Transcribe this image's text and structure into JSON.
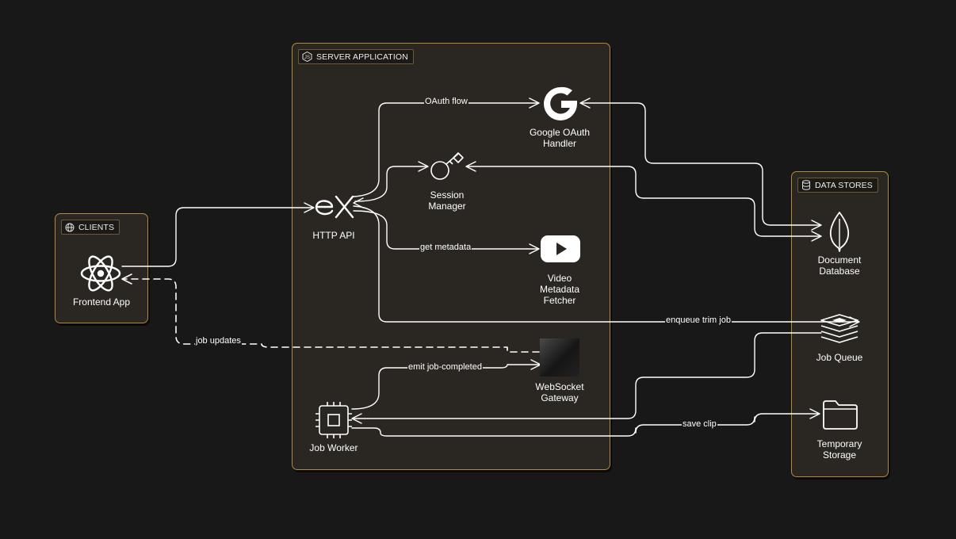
{
  "groups": {
    "clients": {
      "label": "CLIENTS",
      "icon": "globe-icon"
    },
    "server": {
      "label": "SERVER APPLICATION",
      "icon": "nodejs-icon"
    },
    "stores": {
      "label": "DATA STORES",
      "icon": "database-icon"
    }
  },
  "nodes": {
    "frontend": {
      "label": "Frontend App",
      "icon": "react-icon"
    },
    "http_api": {
      "label": "HTTP API",
      "icon": "express-icon"
    },
    "oauth": {
      "label": "Google OAuth\nHandler",
      "icon": "google-icon"
    },
    "session": {
      "label": "Session\nManager",
      "icon": "key-icon"
    },
    "metadata": {
      "label": "Video\nMetadata\nFetcher",
      "icon": "youtube-icon"
    },
    "websocket": {
      "label": "WebSocket\nGateway",
      "icon": "websocket-icon"
    },
    "worker": {
      "label": "Job Worker",
      "icon": "cpu-icon"
    },
    "docdb": {
      "label": "Document\nDatabase",
      "icon": "mongodb-leaf-icon"
    },
    "queue": {
      "label": "Job Queue",
      "icon": "redis-stack-icon"
    },
    "storage": {
      "label": "Temporary\nStorage",
      "icon": "folder-icon"
    }
  },
  "edges": {
    "oauth_flow": "OAuth flow",
    "get_metadata": "get metadata",
    "enqueue": "enqueue trim job",
    "job_updates": "job updates",
    "emit_completed": "emit job-completed",
    "save_clip": "save clip"
  },
  "colors": {
    "background": "#181818",
    "group_fill": "#2a2722",
    "group_border": "#b38a3c",
    "line": "#ffffff"
  }
}
